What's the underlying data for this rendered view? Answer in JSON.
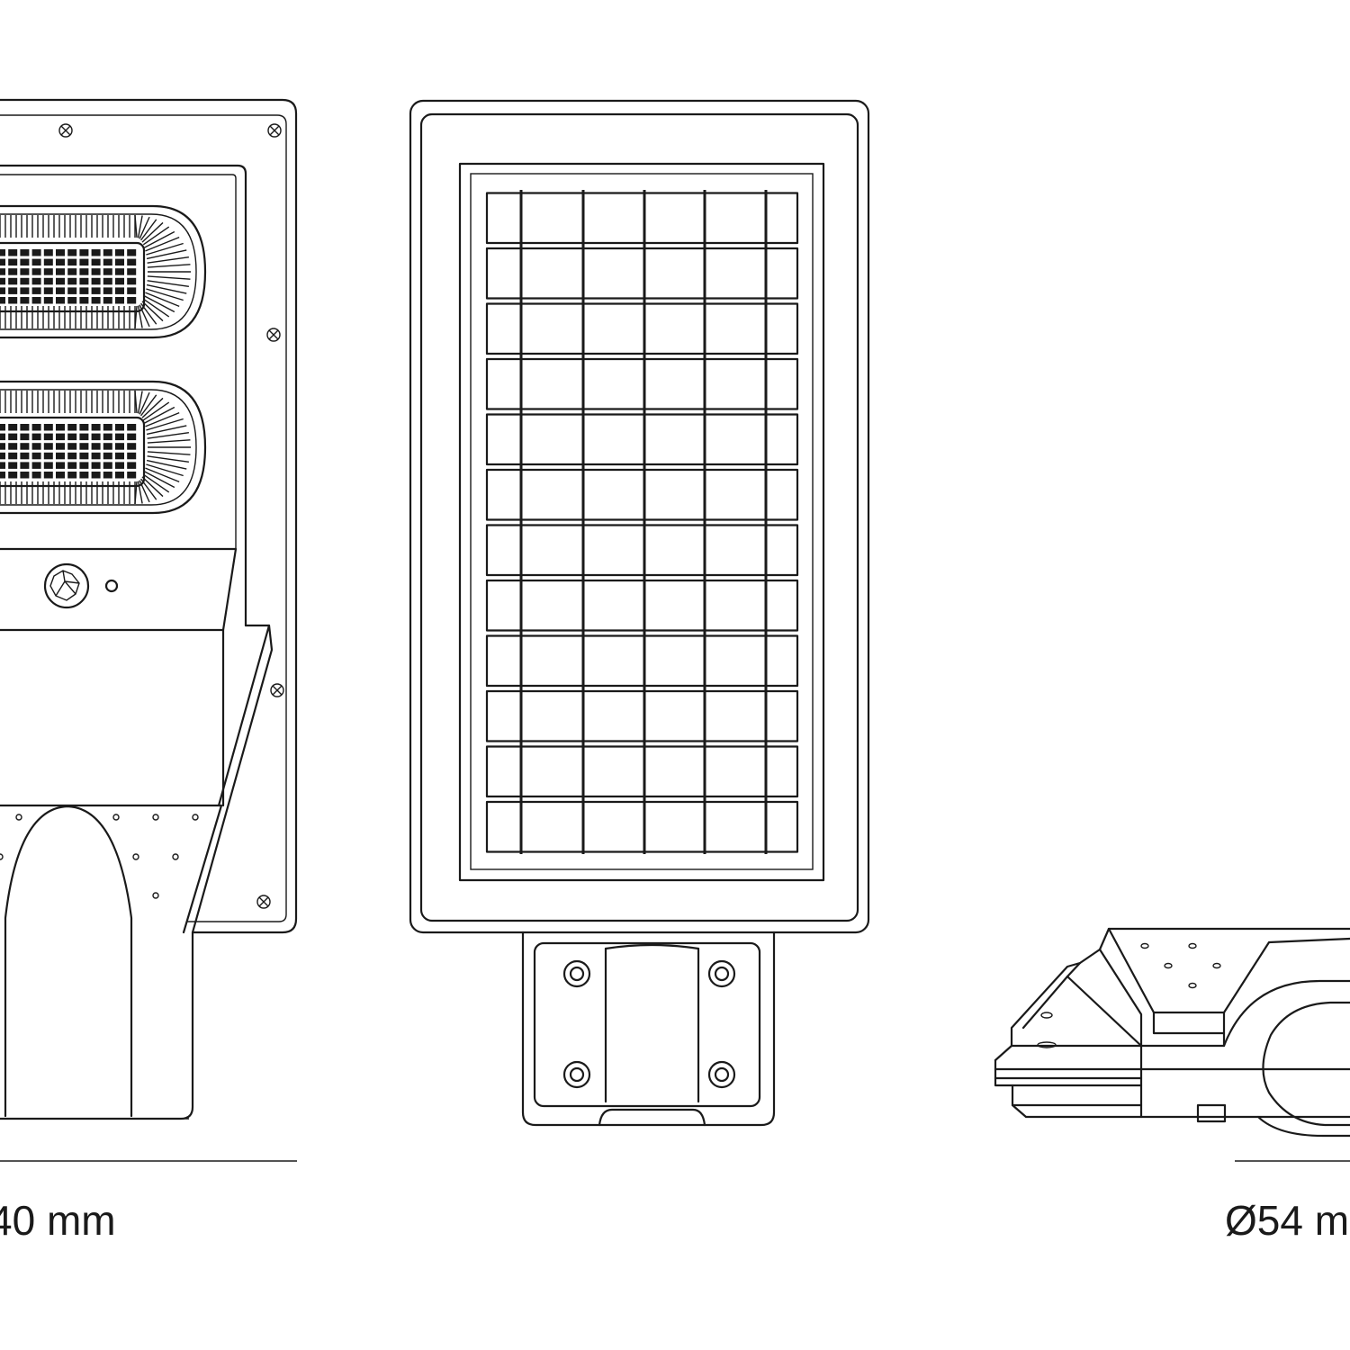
{
  "dimensions": {
    "width_label": "40 mm",
    "diameter_label": "Ø54 m"
  },
  "colors": {
    "line": "#1a1a1a",
    "background": "#ffffff"
  },
  "views": {
    "front": "front-view-led-lamp",
    "back": "back-view-solar-panel",
    "side": "side-view-pole-mount"
  },
  "solar_panel": {
    "rows": 12,
    "columns": 6
  }
}
